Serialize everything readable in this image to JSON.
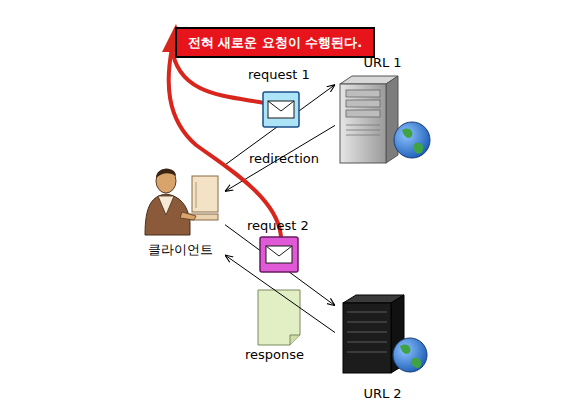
{
  "diagram": {
    "nodes": [
      {
        "text": [
          "전혀 새로운 요청이 수행된다."
        ]
      },
      {
        "text": [
          "URL 1"
        ]
      },
      {
        "text": [
          "클라이언트"
        ]
      },
      {
        "text": [
          "URL 2"
        ]
      }
    ],
    "edges": [
      {
        "from": 2,
        "to": 1,
        "label": "request 1",
        "arrow": "to"
      },
      {
        "from": 1,
        "to": 2,
        "label": "redirection",
        "arrow": "to"
      },
      {
        "from": 2,
        "to": 3,
        "label": "request 2",
        "arrow": "to"
      },
      {
        "from": 3,
        "to": 2,
        "label": "response",
        "arrow": "to"
      }
    ]
  }
}
